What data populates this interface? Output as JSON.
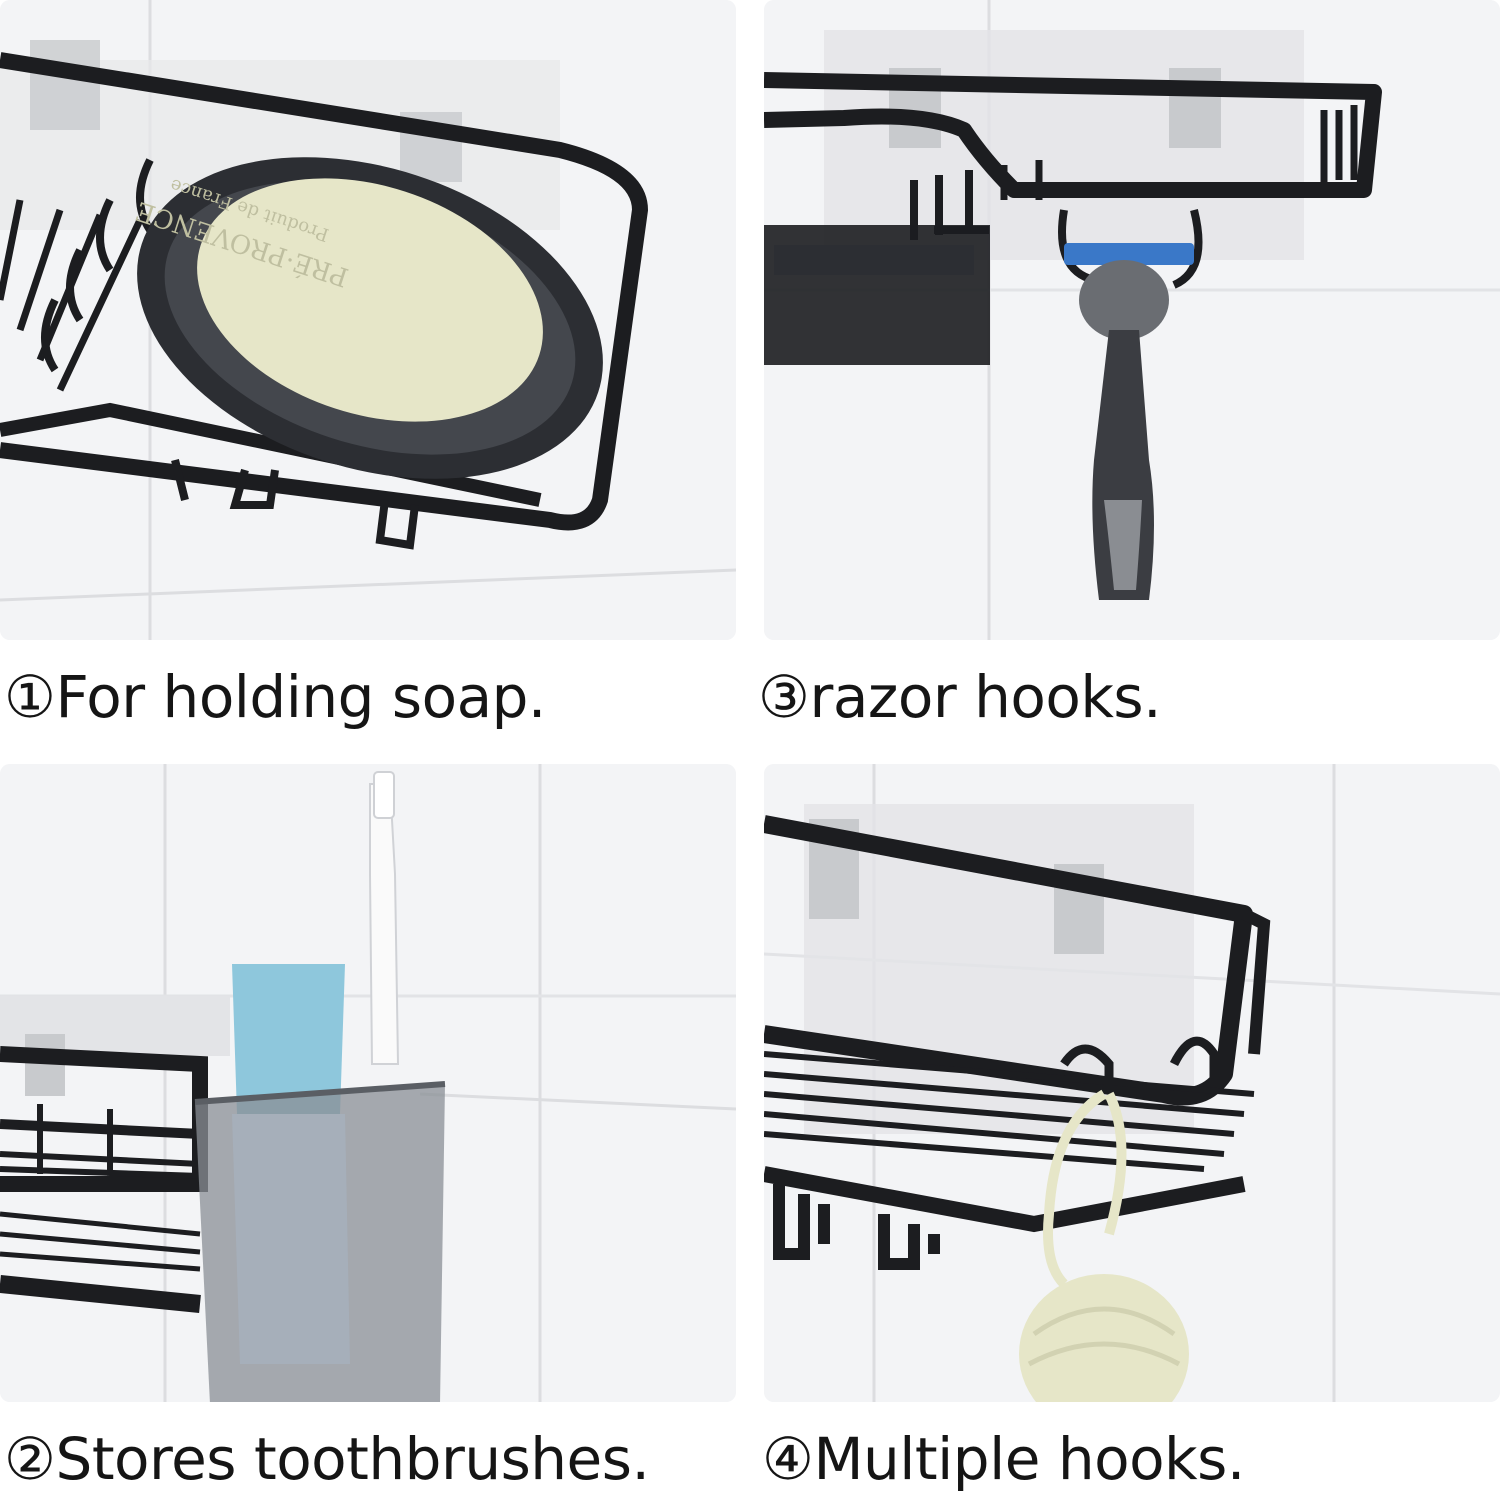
{
  "captions": {
    "soap": "①For holding soap.",
    "razor": "③razor hooks.",
    "toothbrush": "②Stores toothbrushes.",
    "hooks": "④Multiple hooks."
  },
  "soap_emboss": {
    "brand": "PRÉ·PROVENCE",
    "origin": "Produit de France"
  },
  "colors": {
    "metal": "#1c1d20",
    "tile": "#f2f3f5",
    "grout": "#dcdde0",
    "soap": "#e6e6c8",
    "cup": "#8a8f96",
    "tube": "#8ec7dc"
  }
}
